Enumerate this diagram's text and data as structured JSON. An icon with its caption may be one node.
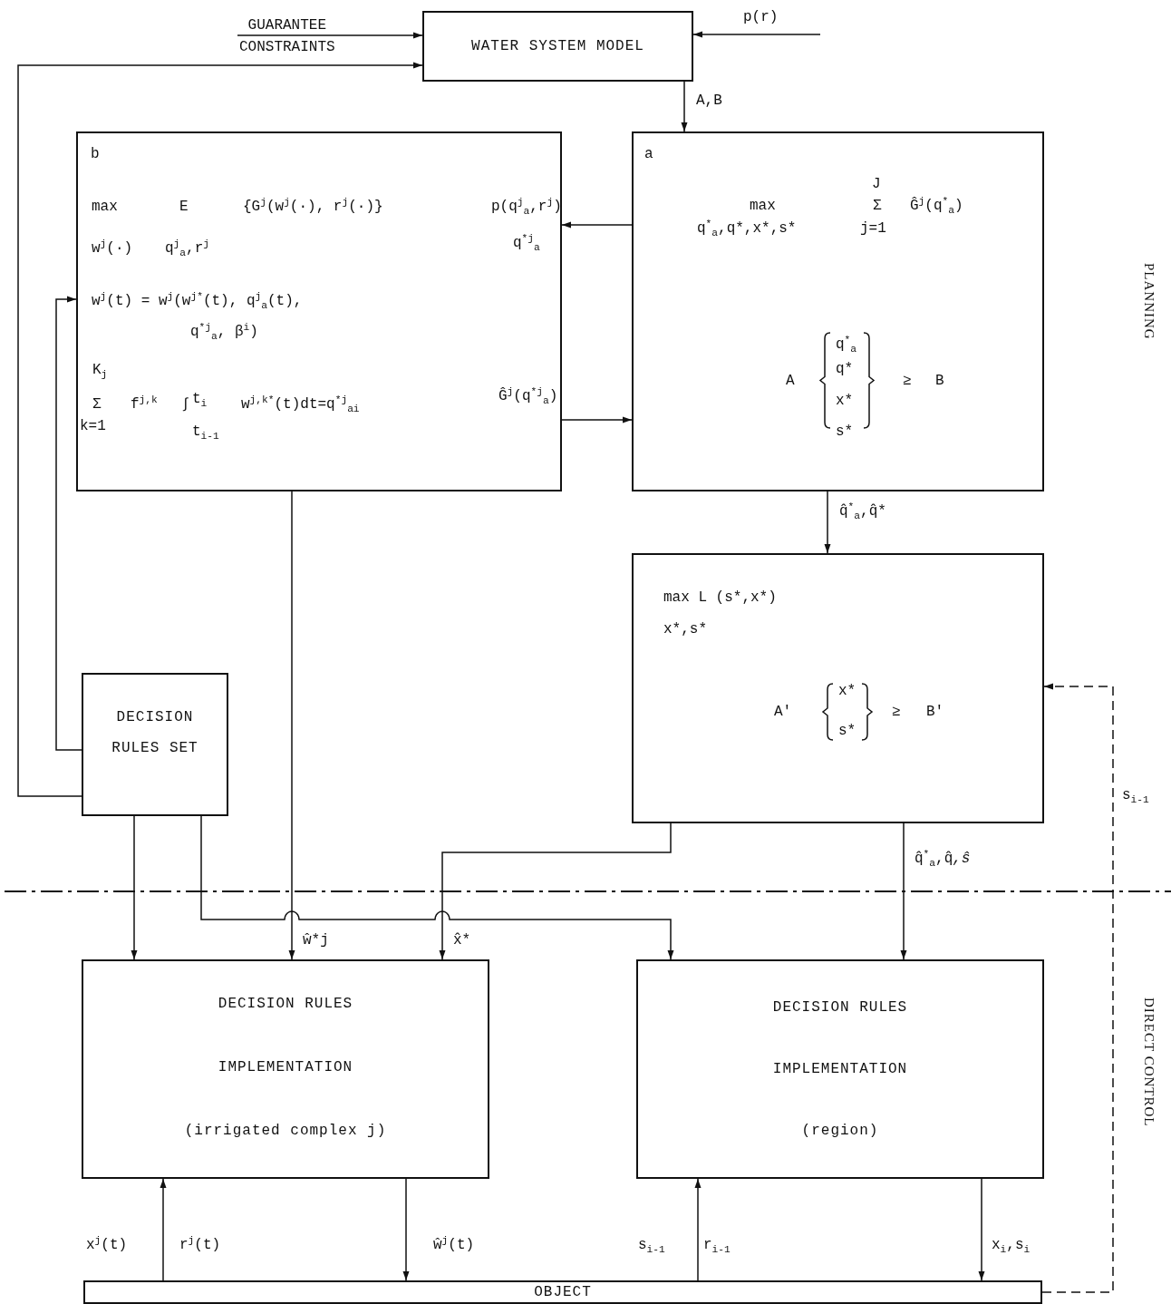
{
  "diagram": {
    "nodes": [
      {
        "text": [
          "WATER SYSTEM MODEL"
        ]
      },
      {
        "text": [
          "b",
          "max",
          "E",
          "{G$^{j}$(w$^{j}$(·), r$^{j}$(·)}",
          "w$^{j}$(·)",
          "q$^{j}$$_{a}$,r$^{j}$",
          "w$^{j}$(t) = w$^{j}$(w$^{j*}$(t), q$^{j}$$_{a}$(t),",
          "q$^{*j}$$_{a}$, β$^{i}$)",
          "K$_{j}$",
          "Σ",
          "k=1",
          "f$^{j,k}$",
          "∫",
          "t$_{i}$",
          "t$_{i-1}$",
          "w$^{j,k*}$(t)dt=q$^{*j}$$_{ai}$"
        ]
      },
      {
        "text": [
          "a",
          "max",
          "q$^{*}$$_{a}$,q*,x*,s*",
          "J",
          "Σ",
          "j=1",
          "Ĝ$^{j}$(q$^{*}$$_{a}$)",
          "A",
          "q$^{*}$$_{a}$",
          "q*",
          "x*",
          "s*",
          "≥",
          "B"
        ]
      },
      {
        "text": [
          "max L (s*,x*)",
          "x*,s*",
          "A'",
          "x*",
          "s*",
          "≥",
          "B'"
        ]
      },
      {
        "text": [
          "DECISION RULES SET"
        ]
      },
      {
        "text": [
          "DECISION RULES",
          "IMPLEMENTATION",
          "(irrigated complex j)"
        ]
      },
      {
        "text": [
          "DECISION RULES",
          "IMPLEMENTATION",
          "(region)"
        ]
      },
      {
        "text": [
          "OBJECT"
        ]
      }
    ],
    "edges": [
      {
        "from": null,
        "to": 0,
        "arrow": "to",
        "label": "GUARANTEE CONSTRAINTS"
      },
      {
        "from": 4,
        "to": 0,
        "arrow": "to"
      },
      {
        "from": null,
        "to": 0,
        "arrow": "to",
        "label": "p(r)"
      },
      {
        "from": 0,
        "to": 2,
        "arrow": "to",
        "label": "A,B"
      },
      {
        "from": 2,
        "to": 1,
        "arrow": "to",
        "label": "p(q$^{j}$$_{a}$,r$^{j}$) q$^{*j}$$_{a}$"
      },
      {
        "from": 1,
        "to": 2,
        "arrow": "to",
        "label": "Ĝ$^{j}$(q$^{*j}$$_{a}$)"
      },
      {
        "from": 4,
        "to": 1,
        "arrow": "to"
      },
      {
        "from": 2,
        "to": 3,
        "arrow": "to",
        "label": "q̂$^{*}$$_{a}$,q̂*"
      },
      {
        "from": 4,
        "to": 5,
        "arrow": "to"
      },
      {
        "from": 4,
        "to": 6,
        "arrow": "to"
      },
      {
        "from": 1,
        "to": 5,
        "arrow": "to",
        "label": "ŵ*j"
      },
      {
        "from": 3,
        "to": 5,
        "arrow": "to",
        "label": "x̂*"
      },
      {
        "from": 3,
        "to": 6,
        "arrow": "to",
        "label": "q̂$^{*}$$_{a}$,q̂*,ŝ*"
      },
      {
        "from": 7,
        "to": 5,
        "arrow": "to"
      },
      {
        "from": 5,
        "to": 7,
        "arrow": "to",
        "label": "ŵ$^{j}$(t)"
      },
      {
        "from": 7,
        "to": 6,
        "arrow": "to"
      },
      {
        "from": 6,
        "to": 7,
        "arrow": "to",
        "label": "x$_{i}$,s$_{i}$"
      },
      {
        "from": 7,
        "to": 3,
        "arrow": "to",
        "label": "s$_{i-1}$",
        "style": "dashed"
      }
    ],
    "labels": [
      "PLANNING",
      "x$^{j}$(t)",
      "r$^{j}$(t)",
      "s$_{i-1}$",
      "r$_{i-1}$",
      "DIRECT CONTROL"
    ]
  }
}
